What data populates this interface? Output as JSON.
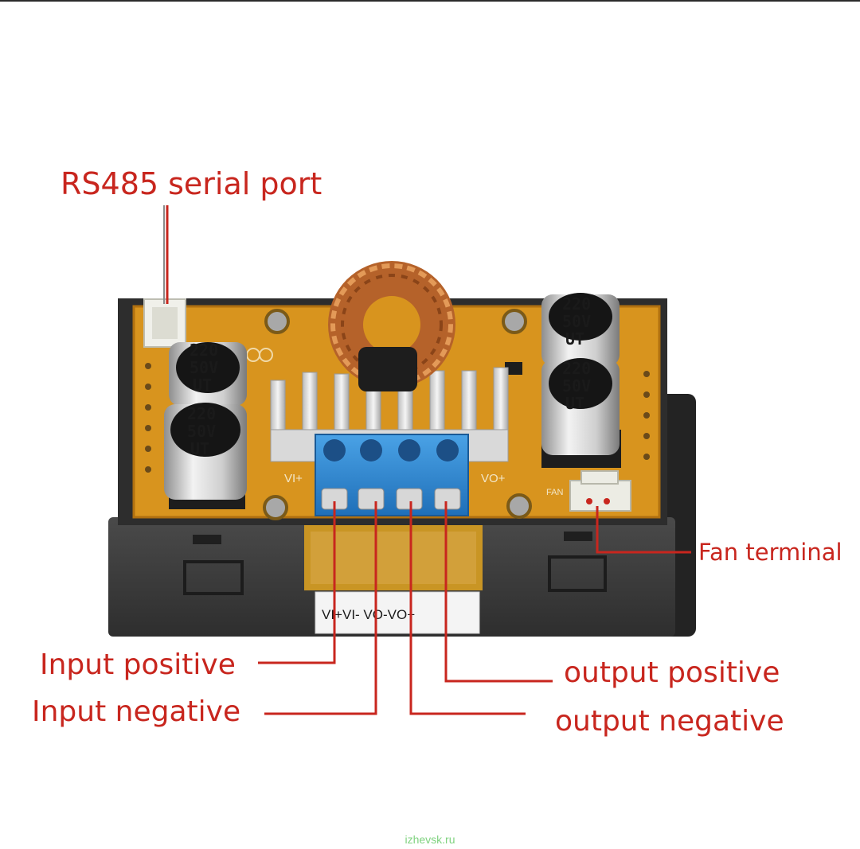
{
  "labels": {
    "rs485": "RS485 serial port",
    "fan_terminal": "Fan terminal",
    "input_positive": "Input positive",
    "input_negative": "Input negative",
    "output_positive": "output positive",
    "output_negative": "output negative"
  },
  "board": {
    "capacitor_line1": "220",
    "capacitor_line2": "50V",
    "capacitor_line3": "UT",
    "vi_plus": "VI+",
    "vo_plus": "VO+",
    "fan": "FAN",
    "sticker": "VI+VI-  VO-VO+"
  },
  "watermark": "izhevsk.ru",
  "colors": {
    "callout": "#c8261e",
    "pcb": "#d8941e",
    "terminal_block": "#2f86cf",
    "case": "#3a3a3a"
  }
}
